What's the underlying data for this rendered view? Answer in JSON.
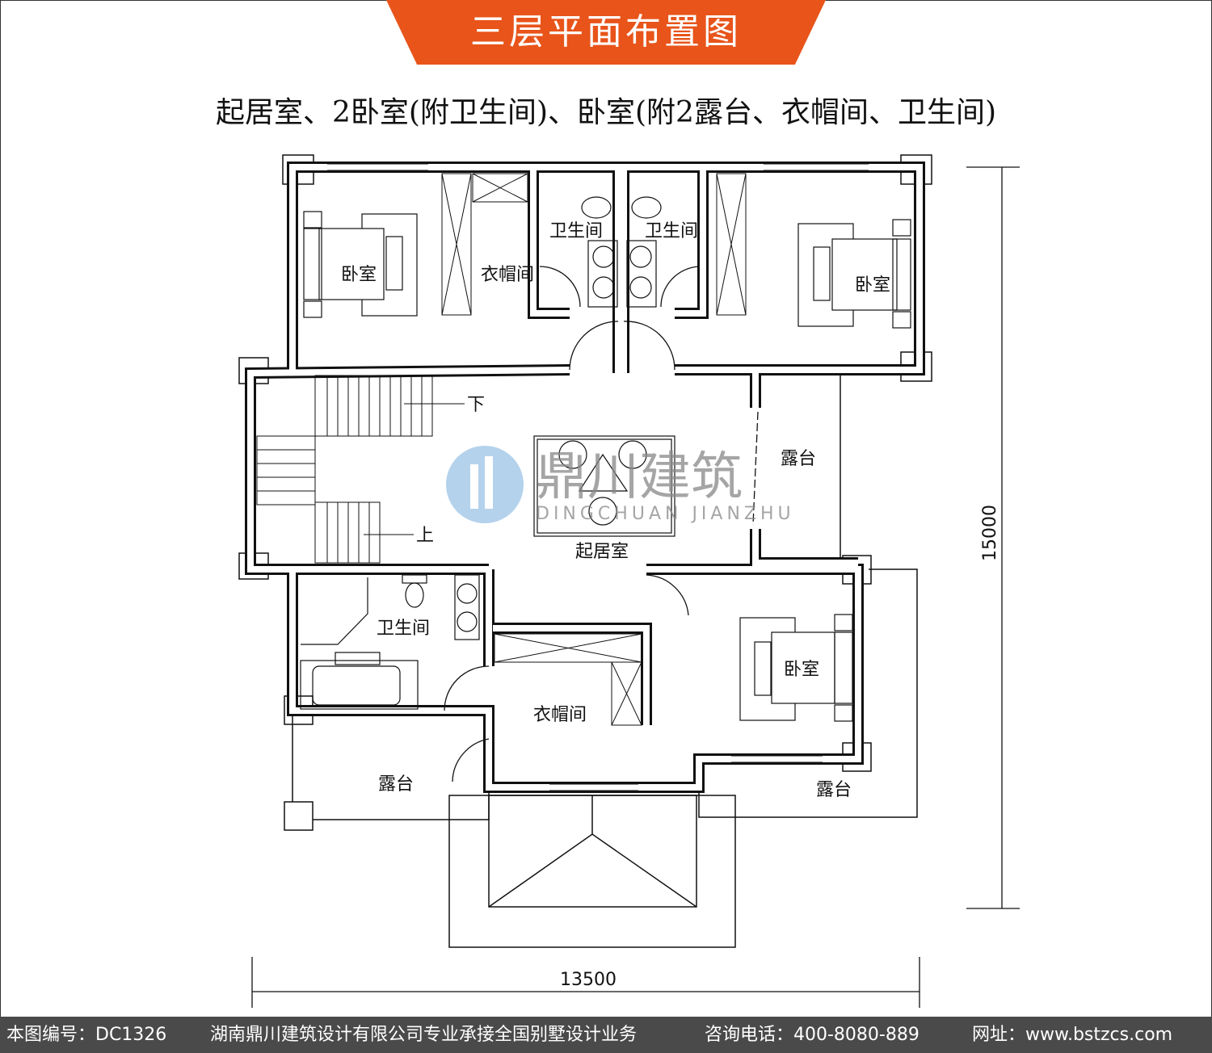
{
  "title": "三层平面布置图",
  "subtitle": "起居室、2卧室(附卫生间)、卧室(附2露台、衣帽间、卫生间)",
  "rooms": {
    "bedroom_tl": "卧室",
    "bedroom_tr": "卧室",
    "bedroom_br": "卧室",
    "closet_top": "衣帽间",
    "closet_bottom": "衣帽间",
    "bath_1": "卫生间",
    "bath_2": "卫生间",
    "bath_3": "卫生间",
    "living": "起居室",
    "terrace_right": "露台",
    "terrace_bl": "露台",
    "terrace_br": "露台",
    "stair_down": "下",
    "stair_up": "上"
  },
  "dimensions": {
    "width": "13500",
    "height": "15000"
  },
  "watermark": {
    "cn": "鼎川建筑",
    "en": "DINGCHUAN JIANZHU"
  },
  "footer": {
    "code": "本图编号：DC1326",
    "company": "湖南鼎川建筑设计有限公司专业承接全国别墅设计业务",
    "phone": "咨询电话：400-8080-889",
    "site": "网址：www.bstzcs.com"
  },
  "colors": {
    "accent": "#e8541a",
    "footer_bg": "#4a4a4a",
    "watermark": "#9cc3e6"
  }
}
